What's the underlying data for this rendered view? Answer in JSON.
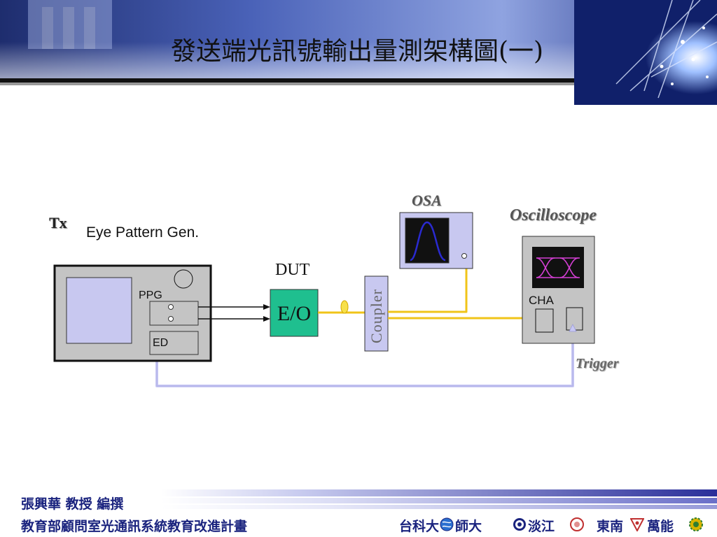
{
  "header": {
    "title": "發送端光訊號輸出量測架構圖(一)"
  },
  "diagram": {
    "tx_label": "Tx",
    "generator_label": "Eye Pattern Gen.",
    "ppg_label": "PPG",
    "ed_label": "ED",
    "dut_label": "DUT",
    "eo_label": "E/O",
    "coupler_label": "Coupler",
    "osa_label": "OSA",
    "oscilloscope_label": "Oscilloscope",
    "cha_label": "CHA",
    "trigger_label": "Trigger"
  },
  "footer": {
    "author": "張興華  教授  編撰",
    "program": "教育部顧問室光通訊系統教育改進計畫",
    "universities": [
      "台科大",
      "師大",
      "淡江",
      "東南",
      "萬能"
    ]
  },
  "colors": {
    "header_band": "#3a4fa0",
    "eo_fill": "#1fbf8f",
    "coupler_fill": "#c8c8f0",
    "instrument_fill": "#c4c4c4",
    "screen_fill": "#c8c8f0",
    "fiber": "#f0c419",
    "trigger_cable": "#c8c8f4",
    "scope_screen": "#111111",
    "eye_trace": "#d43fd4",
    "osa_trace": "#2a2ad0",
    "footer_text": "#1a237e"
  },
  "icons": {
    "osa_spectrum": "gaussian-peak-icon",
    "eye_diagram": "eye-diagram-icon",
    "uni_logos": [
      "globe-logo",
      "seal-logo",
      "seal-logo",
      "triangle-logo",
      "gear-logo"
    ]
  }
}
